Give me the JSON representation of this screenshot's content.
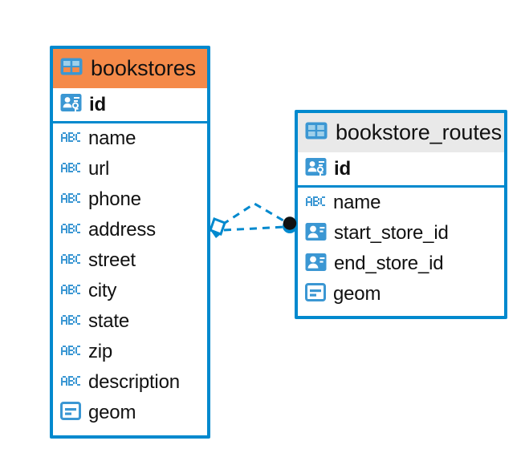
{
  "diagram": {
    "type": "entity-relationship-diagram",
    "background": "#ffffff",
    "colors": {
      "border": "#0089ce",
      "icon_blue": "#3b97d3",
      "icon_light": "#9fd0ea",
      "icon_orange": "#f58a49",
      "header_orange": "#f58a49",
      "header_gray": "#e9e9e9",
      "text": "#111111",
      "connector": "#0089ce",
      "connector_endpoint": "#111111"
    },
    "entities": [
      {
        "name": "bookstores",
        "header_style": "orange",
        "table_icon": "table-icon-highlighted",
        "fields": [
          {
            "name": "id",
            "icon": "primary-key-icon",
            "bold": true
          },
          {
            "name": "name",
            "icon": "text-abc-icon",
            "bold": false
          },
          {
            "name": "url",
            "icon": "text-abc-icon",
            "bold": false
          },
          {
            "name": "phone",
            "icon": "text-abc-icon",
            "bold": false
          },
          {
            "name": "address",
            "icon": "text-abc-icon",
            "bold": false
          },
          {
            "name": "street",
            "icon": "text-abc-icon",
            "bold": false
          },
          {
            "name": "city",
            "icon": "text-abc-icon",
            "bold": false
          },
          {
            "name": "state",
            "icon": "text-abc-icon",
            "bold": false
          },
          {
            "name": "zip",
            "icon": "text-abc-icon",
            "bold": false
          },
          {
            "name": "description",
            "icon": "text-abc-icon",
            "bold": false
          },
          {
            "name": "geom",
            "icon": "geometry-icon",
            "bold": false
          }
        ]
      },
      {
        "name": "bookstore_routes",
        "header_style": "gray",
        "table_icon": "table-icon",
        "fields": [
          {
            "name": "id",
            "icon": "primary-key-icon",
            "bold": true
          },
          {
            "name": "name",
            "icon": "text-abc-icon",
            "bold": false
          },
          {
            "name": "start_store_id",
            "icon": "foreign-key-icon",
            "bold": false
          },
          {
            "name": "end_store_id",
            "icon": "foreign-key-icon",
            "bold": false
          },
          {
            "name": "geom",
            "icon": "geometry-icon",
            "bold": false
          }
        ]
      }
    ],
    "relationship": {
      "from": "bookstores",
      "to": "bookstore_routes",
      "line_style": "dashed",
      "source_marker": "diamond-marker",
      "target_marker": "filled-circle-marker"
    }
  }
}
